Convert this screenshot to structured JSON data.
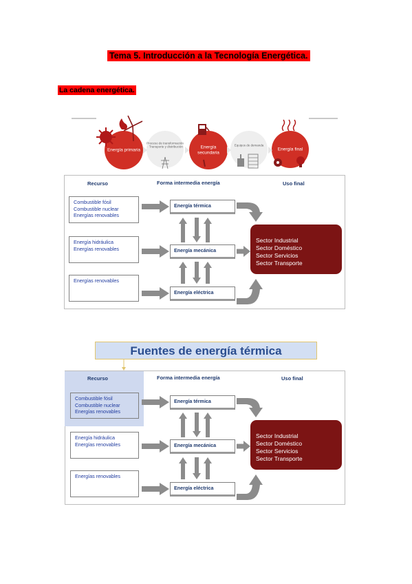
{
  "document": {
    "title": "Tema 5. Introducción a la Tecnología Energética.",
    "subtitle": "La cadena energética."
  },
  "chain_graphic": {
    "stages": [
      {
        "label": "Energía primaria",
        "kind": "main"
      },
      {
        "label": "Proceso de transformación · Transporte y distribución",
        "kind": "intermediate"
      },
      {
        "label": "Energía secundaria",
        "kind": "main"
      },
      {
        "label": "Equipos de demanda",
        "kind": "intermediate"
      },
      {
        "label": "Energía final",
        "kind": "main"
      }
    ]
  },
  "diagram": {
    "headers": {
      "resource": "Recurso",
      "intermediate": "Forma intermedia energía",
      "final": "Uso final"
    },
    "resources": [
      [
        "Combustible fósil",
        "Combustible nuclear",
        "Energías renovables"
      ],
      [
        "Energía hidráulica",
        "Energías renovables"
      ],
      [
        "Energías renovables"
      ]
    ],
    "forms": [
      "Energía térmica",
      "Energía mecánica",
      "Energía eléctrica"
    ],
    "sectors": [
      "Sector Industrial",
      "Sector Doméstico",
      "Sector Servicios",
      "Sector Transporte"
    ]
  },
  "thermal_callout": "Fuentes de energía térmica",
  "colors": {
    "highlight": "#ff0000",
    "main_circle": "#d02f25",
    "sector_box": "#7c1414",
    "arrow": "#8c8c8c",
    "callout_bg": "#d3dff3"
  }
}
